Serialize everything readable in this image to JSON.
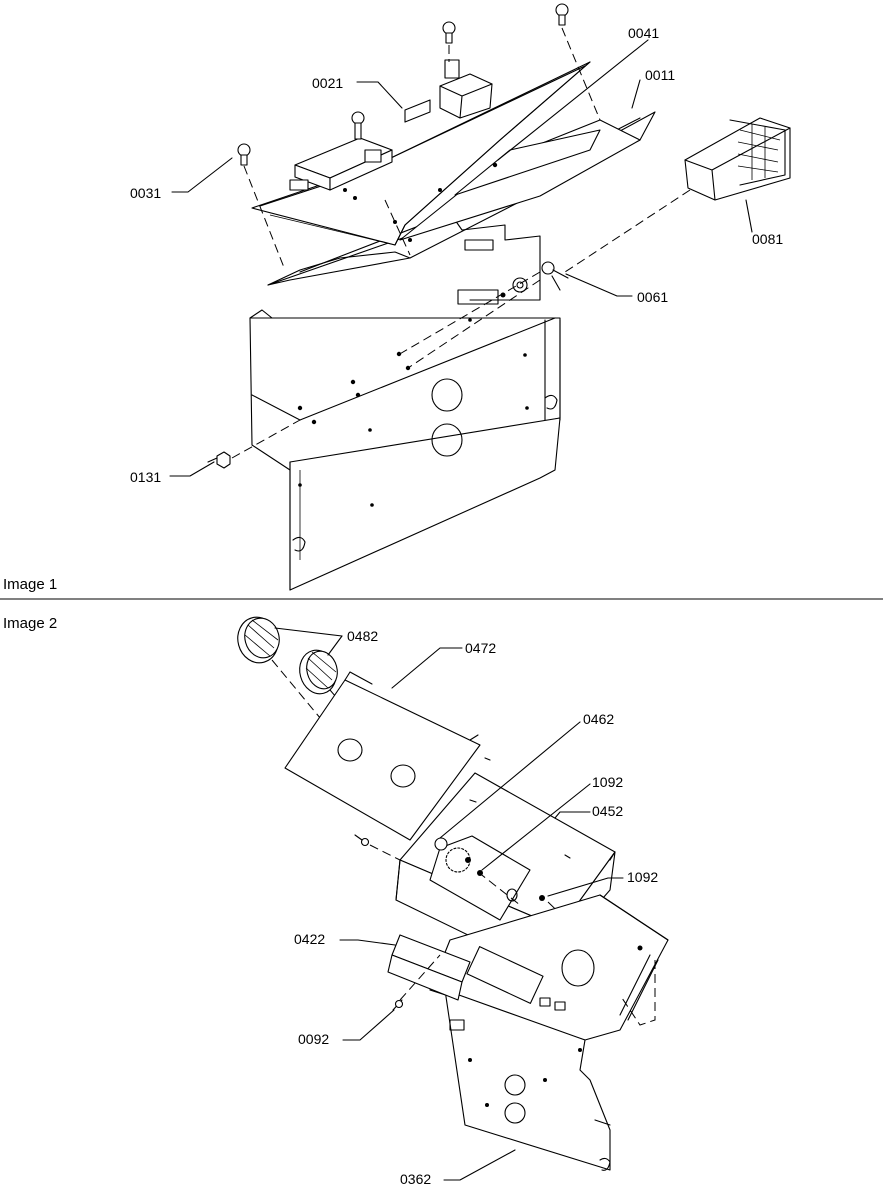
{
  "captions": {
    "image1": "Image 1",
    "image2": "Image 2"
  },
  "image1_labels": {
    "p0041": "0041",
    "p0021": "0021",
    "p0011": "0011",
    "p0031": "0031",
    "p0081": "0081",
    "p0061": "0061",
    "p0131": "0131"
  },
  "image2_labels": {
    "p0482": "0482",
    "p0472": "0472",
    "p0462": "0462",
    "p1092a": "1092",
    "p0452": "0452",
    "p1092b": "1092",
    "p0422": "0422",
    "p0092": "0092",
    "p0362": "0362"
  },
  "colors": {
    "line": "#000000",
    "background": "#ffffff"
  }
}
